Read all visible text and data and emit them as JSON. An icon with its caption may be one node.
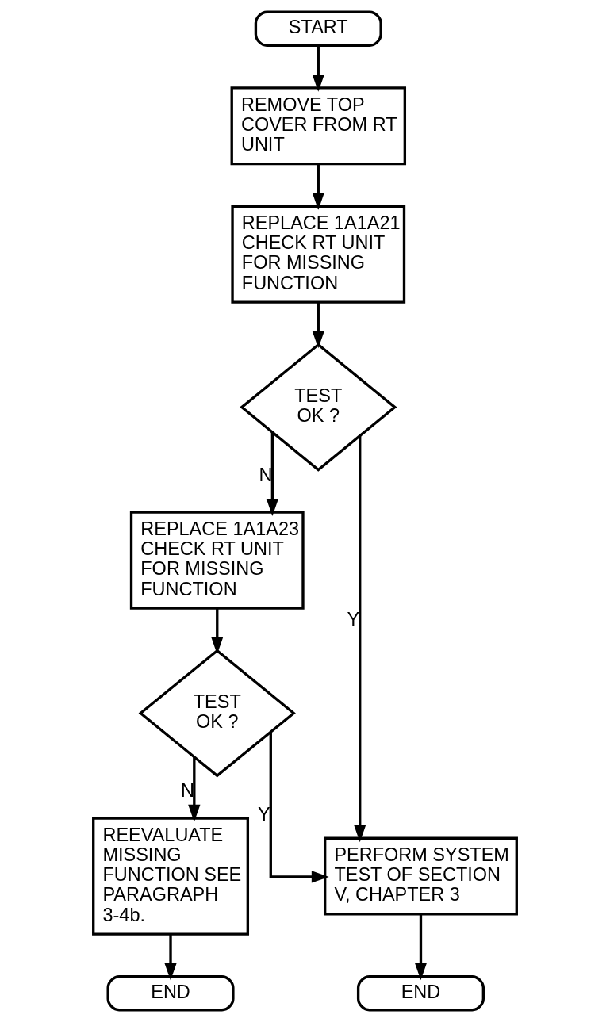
{
  "diagram": {
    "nodes": [
      {
        "text": [
          "START"
        ]
      },
      {
        "text": [
          "REMOVE TOP COVER FROM RT UNIT"
        ]
      },
      {
        "text": [
          "REPLACE 1A1A21 CHECK RT UNIT FOR MISSING FUNCTION"
        ]
      },
      {
        "text": [
          "TEST OK ?"
        ]
      },
      {
        "text": [
          "REPLACE 1A1A23 CHECK RT UNIT FOR MISSING FUNCTION"
        ]
      },
      {
        "text": [
          "TEST OK ?"
        ]
      },
      {
        "text": [
          "PERFORM SYSTEM TEST OF SECTION V, CHAPTER 3"
        ]
      },
      {
        "text": [
          "REEVALUATE MISSING FUNCTION SEE PARAGRAPH 3-4b."
        ]
      },
      {
        "text": [
          "END"
        ]
      },
      {
        "text": [
          "END"
        ]
      }
    ],
    "edges": [
      {
        "from": 0,
        "to": 1,
        "arrow": "to"
      },
      {
        "from": 1,
        "to": 2,
        "arrow": "to"
      },
      {
        "from": 2,
        "to": 3,
        "arrow": "to"
      },
      {
        "from": 3,
        "to": 4,
        "arrow": "to",
        "label": "N"
      },
      {
        "from": 3,
        "to": 6,
        "arrow": "to",
        "label": "Y"
      },
      {
        "from": 4,
        "to": 5,
        "arrow": "to"
      },
      {
        "from": 5,
        "to": 7,
        "arrow": "to",
        "label": "N"
      },
      {
        "from": 5,
        "to": 6,
        "arrow": "to",
        "label": "Y"
      },
      {
        "from": 7,
        "to": 9,
        "arrow": "to"
      },
      {
        "from": 6,
        "to": 8,
        "arrow": "to"
      }
    ]
  }
}
